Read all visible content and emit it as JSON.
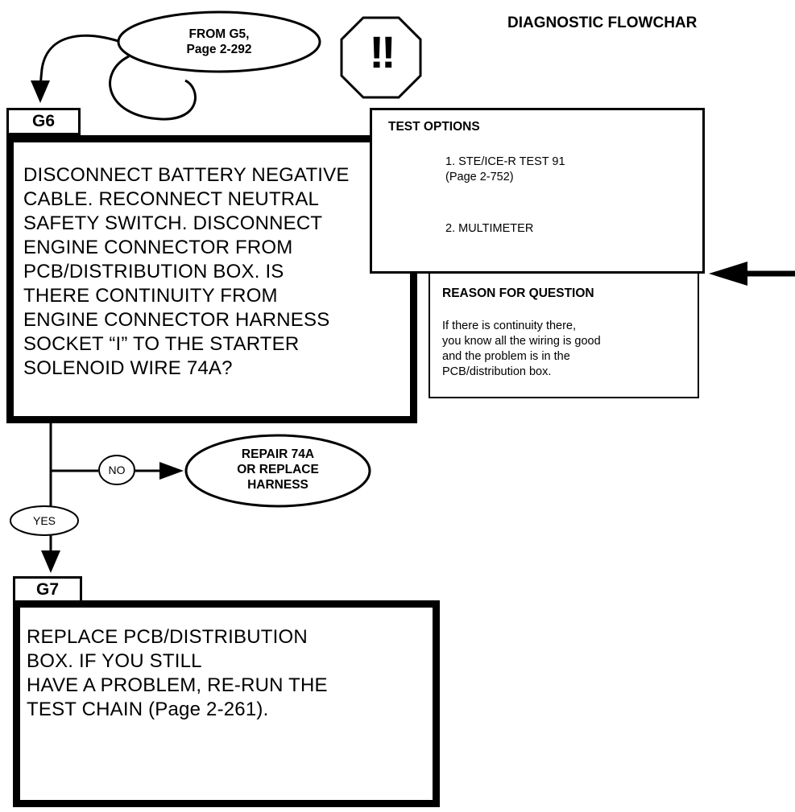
{
  "header": {
    "title": "DIAGNOSTIC FLOWCHAR"
  },
  "connector_from": {
    "text": "FROM G5,\nPage 2-292"
  },
  "stop_sign": {
    "symbol": "!!",
    "icon": "stop-octagon-icon"
  },
  "g6": {
    "tag": "G6",
    "text": "DISCONNECT BATTERY NEGATIVE\nCABLE. RECONNECT NEUTRAL\nSAFETY SWITCH.  DISCONNECT\nENGINE CONNECTOR FROM\nPCB/DISTRIBUTION BOX. IS\nTHERE CONTINUITY FROM\nENGINE CONNECTOR HARNESS\nSOCKET “I” TO THE STARTER\nSOLENOID WIRE 74A?"
  },
  "test_options": {
    "title": "TEST OPTIONS",
    "items": [
      "1. STE/ICE-R TEST 91\n   (Page 2-752)",
      "2. MULTIMETER"
    ]
  },
  "reason": {
    "title": "REASON FOR QUESTION",
    "text": "If there is continuity there,\nyou know all the wiring is good\nand the problem is in the\nPCB/distribution box."
  },
  "branch_no": {
    "label": "NO",
    "target": "REPAIR 74A\nOR REPLACE\nHARNESS"
  },
  "branch_yes": {
    "label": "YES"
  },
  "g7": {
    "tag": "G7",
    "text": "REPLACE PCB/DISTRIBUTION\nBOX.   IF YOU STILL\nHAVE A PROBLEM, RE-RUN THE\nTEST CHAIN (Page 2-261)."
  }
}
